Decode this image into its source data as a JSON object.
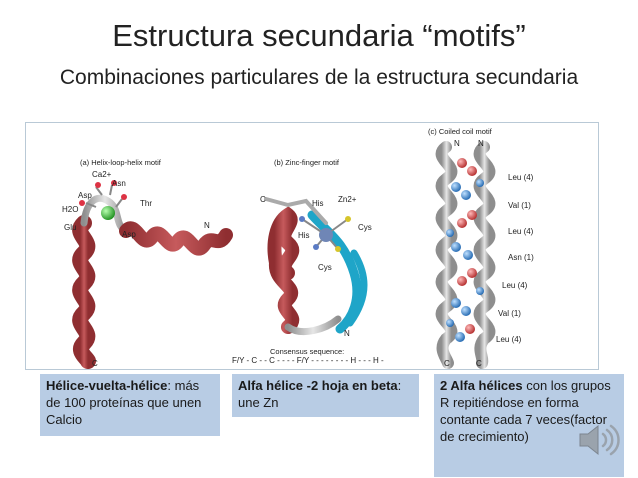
{
  "slide": {
    "title": "Estructura secundaria “motifs”",
    "subtitle": "Combinaciones particulares de la estructura secundaria"
  },
  "figure": {
    "panel_a": {
      "caption": "(a) Helix-loop-helix motif",
      "labels": [
        "Ca2+",
        "Asn",
        "Asp",
        "H2O",
        "Thr",
        "Glu",
        "Asp",
        "N",
        "C"
      ]
    },
    "panel_b": {
      "caption": "(b) Zinc-finger motif",
      "labels": [
        "C",
        "His",
        "Zn2+",
        "His",
        "Cys",
        "Cys",
        "N"
      ],
      "consensus_title": "Consensus sequence:",
      "consensus_seq": "F/Y - C - - C - - - - F/Y - - - - - - - - H - - - H -"
    },
    "panel_c": {
      "caption": "(c) Coiled coil motif",
      "labels": [
        "N",
        "N",
        "Leu (4)",
        "Val (1)",
        "Leu (4)",
        "Asn (1)",
        "Leu (4)",
        "Val (1)",
        "Leu (4)",
        "C",
        "C"
      ]
    }
  },
  "boxes": {
    "box1": {
      "bold": "Hélice-vuelta-hélice",
      "rest": ": más de 100 proteínas que unen Calcio"
    },
    "box2": {
      "bold": "Alfa hélice -2 hoja en beta",
      "rest": ": une Zn"
    },
    "box3": {
      "bold": "2 Alfa hélices",
      "rest": " con los grupos R repitiéndose en forma contante cada 7 veces(factor de crecimiento)"
    }
  },
  "colors": {
    "helix_red": "#b8474a",
    "sheet_cyan": "#1fa5c8",
    "residue_blue": "#2a7cc7",
    "box_fill": "#b8cce4",
    "frame_border": "#b9c9d6"
  },
  "icons": {
    "audio": "speaker-icon"
  }
}
